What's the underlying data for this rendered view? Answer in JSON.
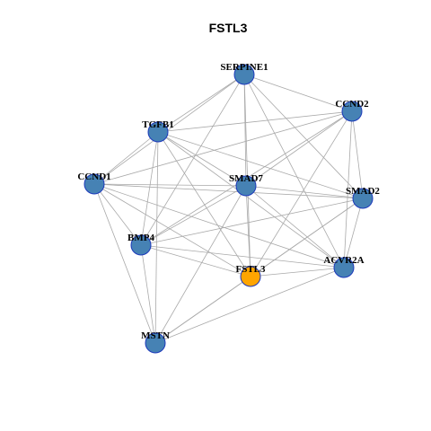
{
  "title": "FSTL3",
  "colors": {
    "node_default": "#4682b4",
    "node_highlight": "#ffa500",
    "node_border": "#1c39bb",
    "edge": "#a9a9a9"
  },
  "nodes": [
    {
      "id": "SERPINE1",
      "label": "SERPINE1",
      "highlight": false
    },
    {
      "id": "CCND2",
      "label": "CCND2",
      "highlight": false
    },
    {
      "id": "TGFB1",
      "label": "TGFB1",
      "highlight": false
    },
    {
      "id": "CCND1",
      "label": "CCND1",
      "highlight": false
    },
    {
      "id": "SMAD7",
      "label": "SMAD7",
      "highlight": false
    },
    {
      "id": "SMAD2",
      "label": "SMAD2",
      "highlight": false
    },
    {
      "id": "BMP4",
      "label": "BMP4",
      "highlight": false
    },
    {
      "id": "FSTL3",
      "label": "FSTL3",
      "highlight": true
    },
    {
      "id": "ACVR2A",
      "label": "ACVR2A",
      "highlight": false
    },
    {
      "id": "MSTN",
      "label": "MSTN",
      "highlight": false
    }
  ],
  "edges": [
    [
      "SERPINE1",
      "CCND2"
    ],
    [
      "SERPINE1",
      "TGFB1"
    ],
    [
      "SERPINE1",
      "CCND1"
    ],
    [
      "SERPINE1",
      "SMAD7"
    ],
    [
      "SERPINE1",
      "SMAD2"
    ],
    [
      "SERPINE1",
      "BMP4"
    ],
    [
      "SERPINE1",
      "FSTL3"
    ],
    [
      "SERPINE1",
      "ACVR2A"
    ],
    [
      "CCND2",
      "TGFB1"
    ],
    [
      "CCND2",
      "CCND1"
    ],
    [
      "CCND2",
      "SMAD7"
    ],
    [
      "CCND2",
      "SMAD2"
    ],
    [
      "CCND2",
      "BMP4"
    ],
    [
      "CCND2",
      "FSTL3"
    ],
    [
      "CCND2",
      "ACVR2A"
    ],
    [
      "TGFB1",
      "CCND1"
    ],
    [
      "TGFB1",
      "SMAD7"
    ],
    [
      "TGFB1",
      "SMAD2"
    ],
    [
      "TGFB1",
      "BMP4"
    ],
    [
      "TGFB1",
      "FSTL3"
    ],
    [
      "TGFB1",
      "ACVR2A"
    ],
    [
      "TGFB1",
      "MSTN"
    ],
    [
      "CCND1",
      "SMAD7"
    ],
    [
      "CCND1",
      "SMAD2"
    ],
    [
      "CCND1",
      "BMP4"
    ],
    [
      "CCND1",
      "FSTL3"
    ],
    [
      "CCND1",
      "ACVR2A"
    ],
    [
      "CCND1",
      "MSTN"
    ],
    [
      "SMAD7",
      "SMAD2"
    ],
    [
      "SMAD7",
      "BMP4"
    ],
    [
      "SMAD7",
      "FSTL3"
    ],
    [
      "SMAD7",
      "ACVR2A"
    ],
    [
      "SMAD7",
      "MSTN"
    ],
    [
      "SMAD2",
      "BMP4"
    ],
    [
      "SMAD2",
      "FSTL3"
    ],
    [
      "SMAD2",
      "ACVR2A"
    ],
    [
      "SMAD2",
      "MSTN"
    ],
    [
      "BMP4",
      "FSTL3"
    ],
    [
      "BMP4",
      "ACVR2A"
    ],
    [
      "BMP4",
      "MSTN"
    ],
    [
      "FSTL3",
      "ACVR2A"
    ],
    [
      "FSTL3",
      "MSTN"
    ],
    [
      "ACVR2A",
      "MSTN"
    ]
  ]
}
